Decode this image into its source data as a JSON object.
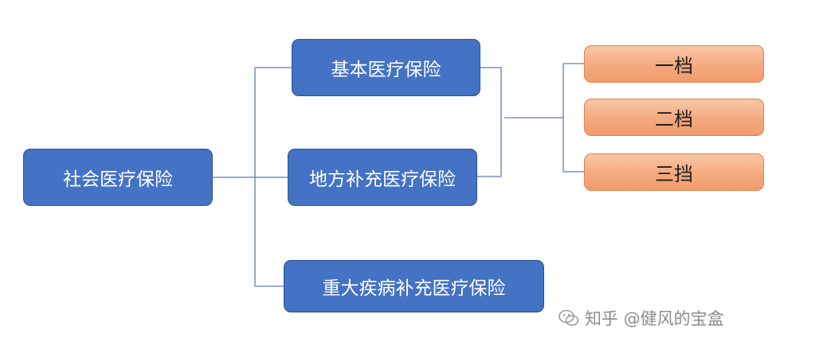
{
  "diagram": {
    "root": {
      "label": "社会医疗保险"
    },
    "branches": [
      {
        "label": "基本医疗保险"
      },
      {
        "label": "地方补充医疗保险"
      },
      {
        "label": "重大疾病补充医疗保险"
      }
    ],
    "tiers": [
      {
        "label": "一档"
      },
      {
        "label": "二档"
      },
      {
        "label": "三挡"
      }
    ],
    "colors": {
      "node_fill": "#4472c4",
      "node_border": "#2f528f",
      "tier_fill": "#f4a97f",
      "tier_border": "#e0834a",
      "connector": "#5b7fae"
    }
  },
  "watermark": {
    "icon": "wechat-icon",
    "text": "知乎 @健风的宝盒"
  }
}
